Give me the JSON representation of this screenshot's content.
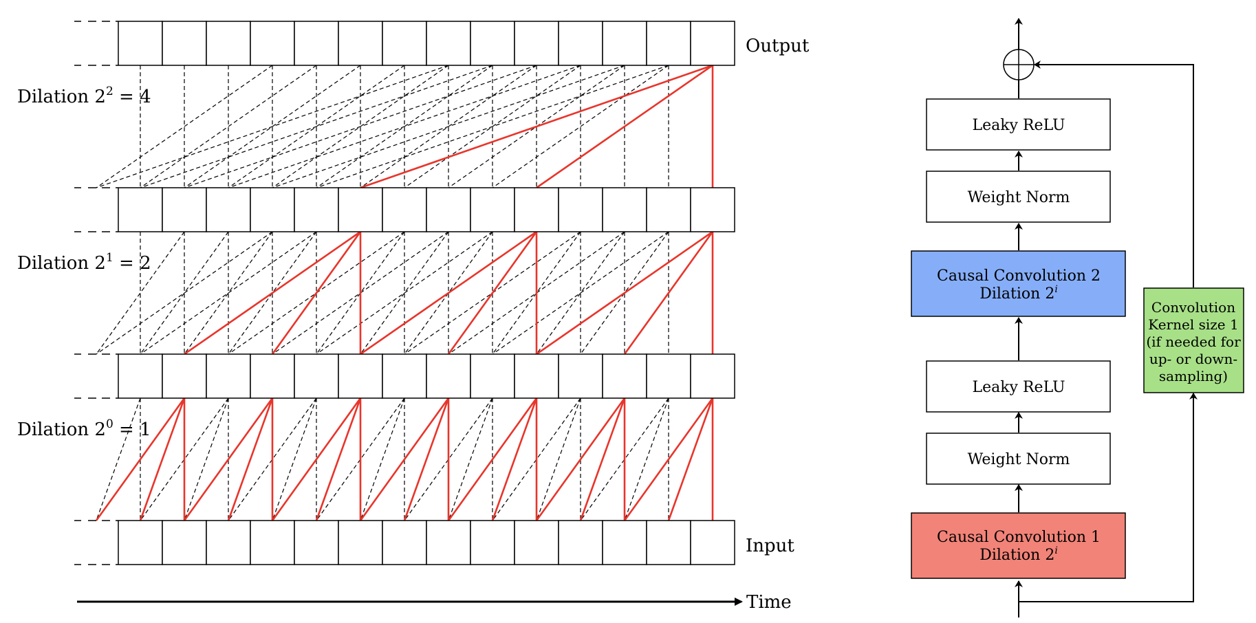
{
  "tcn": {
    "labels": {
      "output": "Output",
      "input": "Input",
      "time": "Time",
      "dilation_word": "Dilation"
    },
    "layers": [
      {
        "name": "Dilation",
        "base": "2",
        "exp": "2",
        "value": "4",
        "dilation": 4
      },
      {
        "name": "Dilation",
        "base": "2",
        "exp": "1",
        "value": "2",
        "dilation": 2
      },
      {
        "name": "Dilation",
        "base": "2",
        "exp": "0",
        "value": "1",
        "dilation": 1
      }
    ],
    "cells_per_row": 14,
    "colors": {
      "highlight": "#e8352b",
      "dashed": "#000000"
    }
  },
  "block": {
    "blocks": [
      {
        "id": "leaky-relu-top",
        "line1": "Leaky ReLU"
      },
      {
        "id": "weight-norm-top",
        "line1": "Weight Norm"
      },
      {
        "id": "causal-conv-2",
        "line1": "Causal Convolution 2",
        "line2": "Dilation 2",
        "sup": "i",
        "color": "#86aef8"
      },
      {
        "id": "leaky-relu-bottom",
        "line1": "Leaky ReLU"
      },
      {
        "id": "weight-norm-bottom",
        "line1": "Weight Norm"
      },
      {
        "id": "causal-conv-1",
        "line1": "Causal Convolution 1",
        "line2": "Dilation 2",
        "sup": "i",
        "color": "#f28378"
      }
    ],
    "residual": {
      "lines": [
        "Convolution",
        "Kernel size 1",
        "(if needed for",
        "up- or down-",
        "sampling)"
      ],
      "color": "#a8e088"
    },
    "sum_symbol": "plus-circle-icon"
  }
}
